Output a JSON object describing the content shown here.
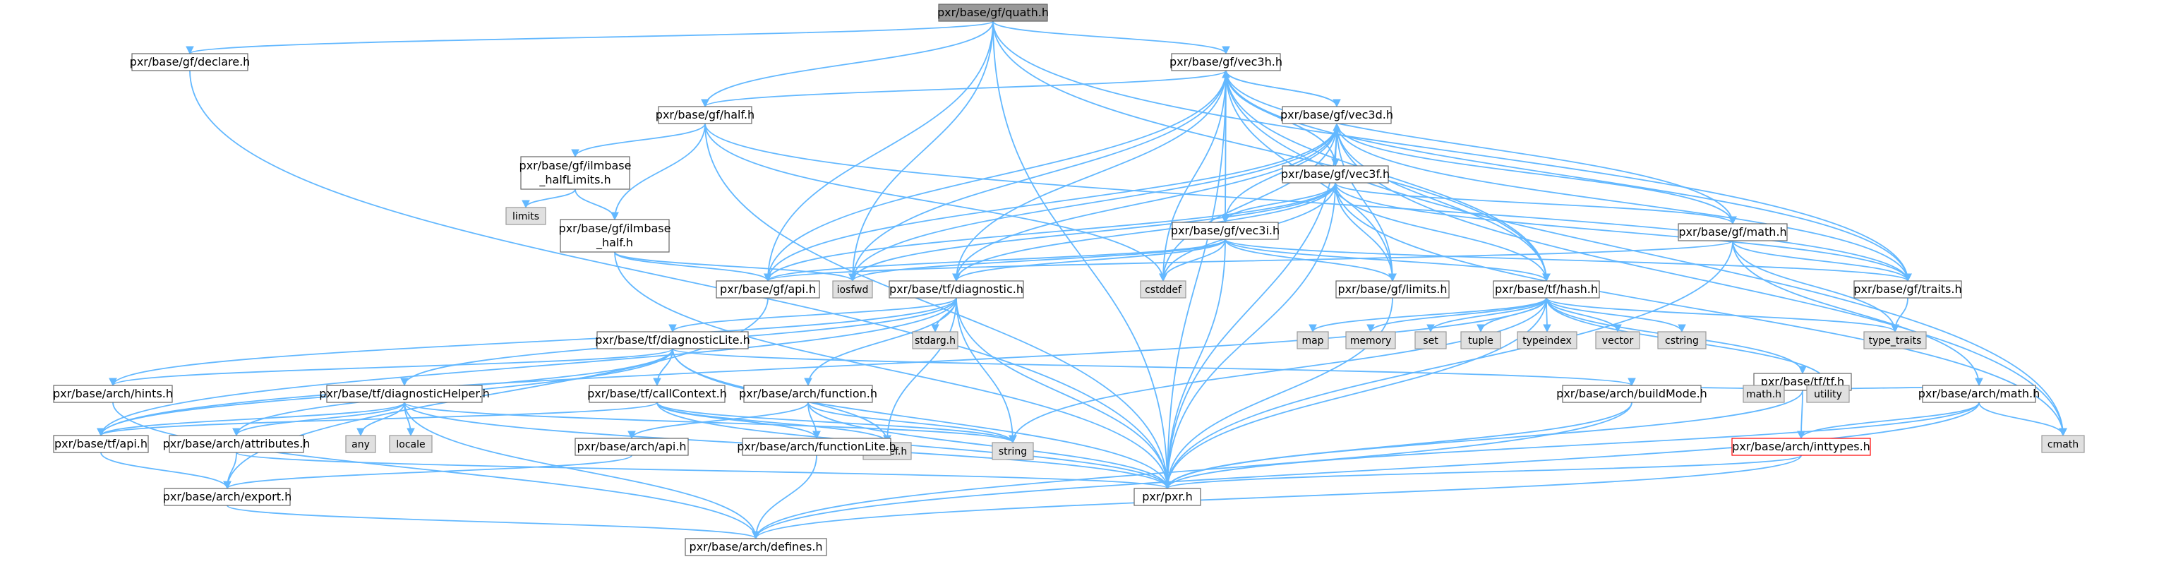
{
  "diagram": {
    "type": "include-dependency-graph",
    "colors": {
      "edge": "#63b8ff",
      "focus_fill": "#999999",
      "system_fill": "#e0e0e0",
      "missing_border": "#ff0000"
    },
    "nodes": [
      {
        "id": "quath",
        "label": [
          "pxr/base/gf/quath.h"
        ],
        "kind": "focus"
      },
      {
        "id": "declare",
        "label": [
          "pxr/base/gf/declare.h"
        ],
        "kind": "file"
      },
      {
        "id": "vec3h",
        "label": [
          "pxr/base/gf/vec3h.h"
        ],
        "kind": "file"
      },
      {
        "id": "half",
        "label": [
          "pxr/base/gf/half.h"
        ],
        "kind": "file"
      },
      {
        "id": "vec3d",
        "label": [
          "pxr/base/gf/vec3d.h"
        ],
        "kind": "file"
      },
      {
        "id": "ilmbase_halfLimits",
        "label": [
          "pxr/base/gf/ilmbase",
          "_halfLimits.h"
        ],
        "kind": "file"
      },
      {
        "id": "vec3f",
        "label": [
          "pxr/base/gf/vec3f.h"
        ],
        "kind": "file"
      },
      {
        "id": "limits",
        "label": [
          "limits"
        ],
        "kind": "sys"
      },
      {
        "id": "ilmbase_half",
        "label": [
          "pxr/base/gf/ilmbase",
          "_half.h"
        ],
        "kind": "file"
      },
      {
        "id": "vec3i",
        "label": [
          "pxr/base/gf/vec3i.h"
        ],
        "kind": "file"
      },
      {
        "id": "math_gf",
        "label": [
          "pxr/base/gf/math.h"
        ],
        "kind": "file"
      },
      {
        "id": "gfapi",
        "label": [
          "pxr/base/gf/api.h"
        ],
        "kind": "file"
      },
      {
        "id": "iosfwd",
        "label": [
          "iosfwd"
        ],
        "kind": "sys"
      },
      {
        "id": "cstddef",
        "label": [
          "cstddef"
        ],
        "kind": "sys"
      },
      {
        "id": "diagnostic",
        "label": [
          "pxr/base/tf/diagnostic.h"
        ],
        "kind": "file"
      },
      {
        "id": "gflimits",
        "label": [
          "pxr/base/gf/limits.h"
        ],
        "kind": "file"
      },
      {
        "id": "hash",
        "label": [
          "pxr/base/tf/hash.h"
        ],
        "kind": "file"
      },
      {
        "id": "traits",
        "label": [
          "pxr/base/gf/traits.h"
        ],
        "kind": "file"
      },
      {
        "id": "diagnosticLite",
        "label": [
          "pxr/base/tf/diagnosticLite.h"
        ],
        "kind": "file"
      },
      {
        "id": "stdarg",
        "label": [
          "stdarg.h"
        ],
        "kind": "sys"
      },
      {
        "id": "map",
        "label": [
          "map"
        ],
        "kind": "sys"
      },
      {
        "id": "memory",
        "label": [
          "memory"
        ],
        "kind": "sys"
      },
      {
        "id": "set",
        "label": [
          "set"
        ],
        "kind": "sys"
      },
      {
        "id": "tuple",
        "label": [
          "tuple"
        ],
        "kind": "sys"
      },
      {
        "id": "typeindex",
        "label": [
          "typeindex"
        ],
        "kind": "sys"
      },
      {
        "id": "vector",
        "label": [
          "vector"
        ],
        "kind": "sys"
      },
      {
        "id": "cstring",
        "label": [
          "cstring"
        ],
        "kind": "sys"
      },
      {
        "id": "type_traits",
        "label": [
          "type_traits"
        ],
        "kind": "sys"
      },
      {
        "id": "tf",
        "label": [
          "pxr/base/tf/tf.h"
        ],
        "kind": "file"
      },
      {
        "id": "hints",
        "label": [
          "pxr/base/arch/hints.h"
        ],
        "kind": "file"
      },
      {
        "id": "diagnosticHelper",
        "label": [
          "pxr/base/tf/diagnosticHelper.h"
        ],
        "kind": "file"
      },
      {
        "id": "callContext",
        "label": [
          "pxr/base/tf/callContext.h"
        ],
        "kind": "file"
      },
      {
        "id": "function",
        "label": [
          "pxr/base/arch/function.h"
        ],
        "kind": "file"
      },
      {
        "id": "buildMode",
        "label": [
          "pxr/base/arch/buildMode.h"
        ],
        "kind": "file"
      },
      {
        "id": "mathh",
        "label": [
          "math.h"
        ],
        "kind": "sys"
      },
      {
        "id": "utility",
        "label": [
          "utility"
        ],
        "kind": "sys"
      },
      {
        "id": "archmath",
        "label": [
          "pxr/base/arch/math.h"
        ],
        "kind": "file"
      },
      {
        "id": "tfapi",
        "label": [
          "pxr/base/tf/api.h"
        ],
        "kind": "file"
      },
      {
        "id": "any",
        "label": [
          "any"
        ],
        "kind": "sys"
      },
      {
        "id": "locale",
        "label": [
          "locale"
        ],
        "kind": "sys"
      },
      {
        "id": "attributes",
        "label": [
          "pxr/base/arch/attributes.h"
        ],
        "kind": "file"
      },
      {
        "id": "stddef",
        "label": [
          "stddef.h"
        ],
        "kind": "sys"
      },
      {
        "id": "string",
        "label": [
          "string"
        ],
        "kind": "sys"
      },
      {
        "id": "archapi",
        "label": [
          "pxr/base/arch/api.h"
        ],
        "kind": "file"
      },
      {
        "id": "functionLite",
        "label": [
          "pxr/base/arch/functionLite.h"
        ],
        "kind": "file"
      },
      {
        "id": "inttypes",
        "label": [
          "pxr/base/arch/inttypes.h"
        ],
        "kind": "missing"
      },
      {
        "id": "cmath",
        "label": [
          "cmath"
        ],
        "kind": "sys"
      },
      {
        "id": "export",
        "label": [
          "pxr/base/arch/export.h"
        ],
        "kind": "file"
      },
      {
        "id": "pxr",
        "label": [
          "pxr/pxr.h"
        ],
        "kind": "file"
      },
      {
        "id": "defines",
        "label": [
          "pxr/base/arch/defines.h"
        ],
        "kind": "file"
      }
    ],
    "edges": [
      [
        "quath",
        "declare"
      ],
      [
        "quath",
        "vec3h"
      ],
      [
        "quath",
        "half"
      ],
      [
        "quath",
        "gfapi"
      ],
      [
        "quath",
        "iosfwd"
      ],
      [
        "quath",
        "hash"
      ],
      [
        "quath",
        "traits"
      ],
      [
        "quath",
        "pxr"
      ],
      [
        "declare",
        "pxr"
      ],
      [
        "vec3h",
        "half"
      ],
      [
        "vec3h",
        "vec3d"
      ],
      [
        "vec3h",
        "vec3f"
      ],
      [
        "vec3h",
        "vec3i"
      ],
      [
        "vec3h",
        "math_gf"
      ],
      [
        "vec3h",
        "gfapi"
      ],
      [
        "vec3h",
        "iosfwd"
      ],
      [
        "vec3h",
        "cstddef"
      ],
      [
        "vec3h",
        "diagnostic"
      ],
      [
        "vec3h",
        "gflimits"
      ],
      [
        "vec3h",
        "hash"
      ],
      [
        "vec3h",
        "traits"
      ],
      [
        "vec3h",
        "cmath"
      ],
      [
        "vec3h",
        "pxr"
      ],
      [
        "half",
        "ilmbase_halfLimits"
      ],
      [
        "half",
        "ilmbase_half"
      ],
      [
        "half",
        "cstddef"
      ],
      [
        "half",
        "traits"
      ],
      [
        "half",
        "pxr"
      ],
      [
        "vec3d",
        "vec3h"
      ],
      [
        "vec3d",
        "vec3f"
      ],
      [
        "vec3d",
        "vec3i"
      ],
      [
        "vec3d",
        "math_gf"
      ],
      [
        "vec3d",
        "gfapi"
      ],
      [
        "vec3d",
        "iosfwd"
      ],
      [
        "vec3d",
        "cstddef"
      ],
      [
        "vec3d",
        "diagnostic"
      ],
      [
        "vec3d",
        "gflimits"
      ],
      [
        "vec3d",
        "hash"
      ],
      [
        "vec3d",
        "traits"
      ],
      [
        "vec3d",
        "cmath"
      ],
      [
        "vec3d",
        "pxr"
      ],
      [
        "ilmbase_halfLimits",
        "limits"
      ],
      [
        "ilmbase_halfLimits",
        "ilmbase_half"
      ],
      [
        "ilmbase_half",
        "gfapi"
      ],
      [
        "ilmbase_half",
        "iosfwd"
      ],
      [
        "ilmbase_half",
        "pxr"
      ],
      [
        "vec3f",
        "vec3h"
      ],
      [
        "vec3f",
        "vec3d"
      ],
      [
        "vec3f",
        "vec3i"
      ],
      [
        "vec3f",
        "math_gf"
      ],
      [
        "vec3f",
        "gfapi"
      ],
      [
        "vec3f",
        "iosfwd"
      ],
      [
        "vec3f",
        "cstddef"
      ],
      [
        "vec3f",
        "diagnostic"
      ],
      [
        "vec3f",
        "gflimits"
      ],
      [
        "vec3f",
        "hash"
      ],
      [
        "vec3f",
        "traits"
      ],
      [
        "vec3f",
        "cmath"
      ],
      [
        "vec3f",
        "pxr"
      ],
      [
        "vec3i",
        "gfapi"
      ],
      [
        "vec3i",
        "iosfwd"
      ],
      [
        "vec3i",
        "cstddef"
      ],
      [
        "vec3i",
        "diagnostic"
      ],
      [
        "vec3i",
        "gflimits"
      ],
      [
        "vec3i",
        "hash"
      ],
      [
        "vec3i",
        "traits"
      ],
      [
        "vec3i",
        "pxr"
      ],
      [
        "math_gf",
        "gfapi"
      ],
      [
        "math_gf",
        "traits"
      ],
      [
        "math_gf",
        "archmath"
      ],
      [
        "math_gf",
        "type_traits"
      ],
      [
        "math_gf",
        "pxr"
      ],
      [
        "gfapi",
        "export"
      ],
      [
        "diagnostic",
        "diagnosticLite"
      ],
      [
        "diagnostic",
        "diagnosticHelper"
      ],
      [
        "diagnostic",
        "function"
      ],
      [
        "diagnostic",
        "stdarg"
      ],
      [
        "diagnostic",
        "stddef"
      ],
      [
        "diagnostic",
        "string"
      ],
      [
        "diagnostic",
        "hints"
      ],
      [
        "diagnostic",
        "tfapi"
      ],
      [
        "diagnostic",
        "pxr"
      ],
      [
        "gflimits",
        "pxr"
      ],
      [
        "hash",
        "map"
      ],
      [
        "hash",
        "memory"
      ],
      [
        "hash",
        "set"
      ],
      [
        "hash",
        "tuple"
      ],
      [
        "hash",
        "typeindex"
      ],
      [
        "hash",
        "vector"
      ],
      [
        "hash",
        "cstring"
      ],
      [
        "hash",
        "type_traits"
      ],
      [
        "hash",
        "tf"
      ],
      [
        "hash",
        "utility"
      ],
      [
        "hash",
        "string"
      ],
      [
        "hash",
        "tfapi"
      ],
      [
        "hash",
        "pxr"
      ],
      [
        "traits",
        "type_traits"
      ],
      [
        "diagnosticLite",
        "hints"
      ],
      [
        "diagnosticLite",
        "callContext"
      ],
      [
        "diagnosticLite",
        "buildMode"
      ],
      [
        "diagnosticLite",
        "tfapi"
      ],
      [
        "diagnosticLite",
        "attributes"
      ],
      [
        "diagnosticLite",
        "stddef"
      ],
      [
        "diagnosticLite",
        "pxr"
      ],
      [
        "tf",
        "buildMode"
      ],
      [
        "tf",
        "mathh"
      ],
      [
        "tf",
        "utility"
      ],
      [
        "tf",
        "archmath"
      ],
      [
        "tf",
        "inttypes"
      ],
      [
        "tf",
        "pxr"
      ],
      [
        "hints",
        "defines"
      ],
      [
        "diagnosticHelper",
        "tfapi"
      ],
      [
        "diagnosticHelper",
        "any"
      ],
      [
        "diagnosticHelper",
        "locale"
      ],
      [
        "diagnosticHelper",
        "attributes"
      ],
      [
        "diagnosticHelper",
        "string"
      ],
      [
        "diagnosticHelper",
        "pxr"
      ],
      [
        "diagnosticHelper",
        "defines"
      ],
      [
        "callContext",
        "tfapi"
      ],
      [
        "callContext",
        "functionLite"
      ],
      [
        "callContext",
        "stddef"
      ],
      [
        "callContext",
        "string"
      ],
      [
        "callContext",
        "pxr"
      ],
      [
        "function",
        "archapi"
      ],
      [
        "function",
        "functionLite"
      ],
      [
        "function",
        "string"
      ],
      [
        "function",
        "pxr"
      ],
      [
        "buildMode",
        "pxr"
      ],
      [
        "buildMode",
        "defines"
      ],
      [
        "archmath",
        "inttypes"
      ],
      [
        "archmath",
        "cmath"
      ],
      [
        "archmath",
        "pxr"
      ],
      [
        "archmath",
        "defines"
      ],
      [
        "tfapi",
        "export"
      ],
      [
        "attributes",
        "export"
      ],
      [
        "attributes",
        "pxr"
      ],
      [
        "archapi",
        "export"
      ],
      [
        "functionLite",
        "defines"
      ],
      [
        "inttypes",
        "pxr"
      ],
      [
        "inttypes",
        "defines"
      ],
      [
        "export",
        "defines"
      ]
    ]
  }
}
